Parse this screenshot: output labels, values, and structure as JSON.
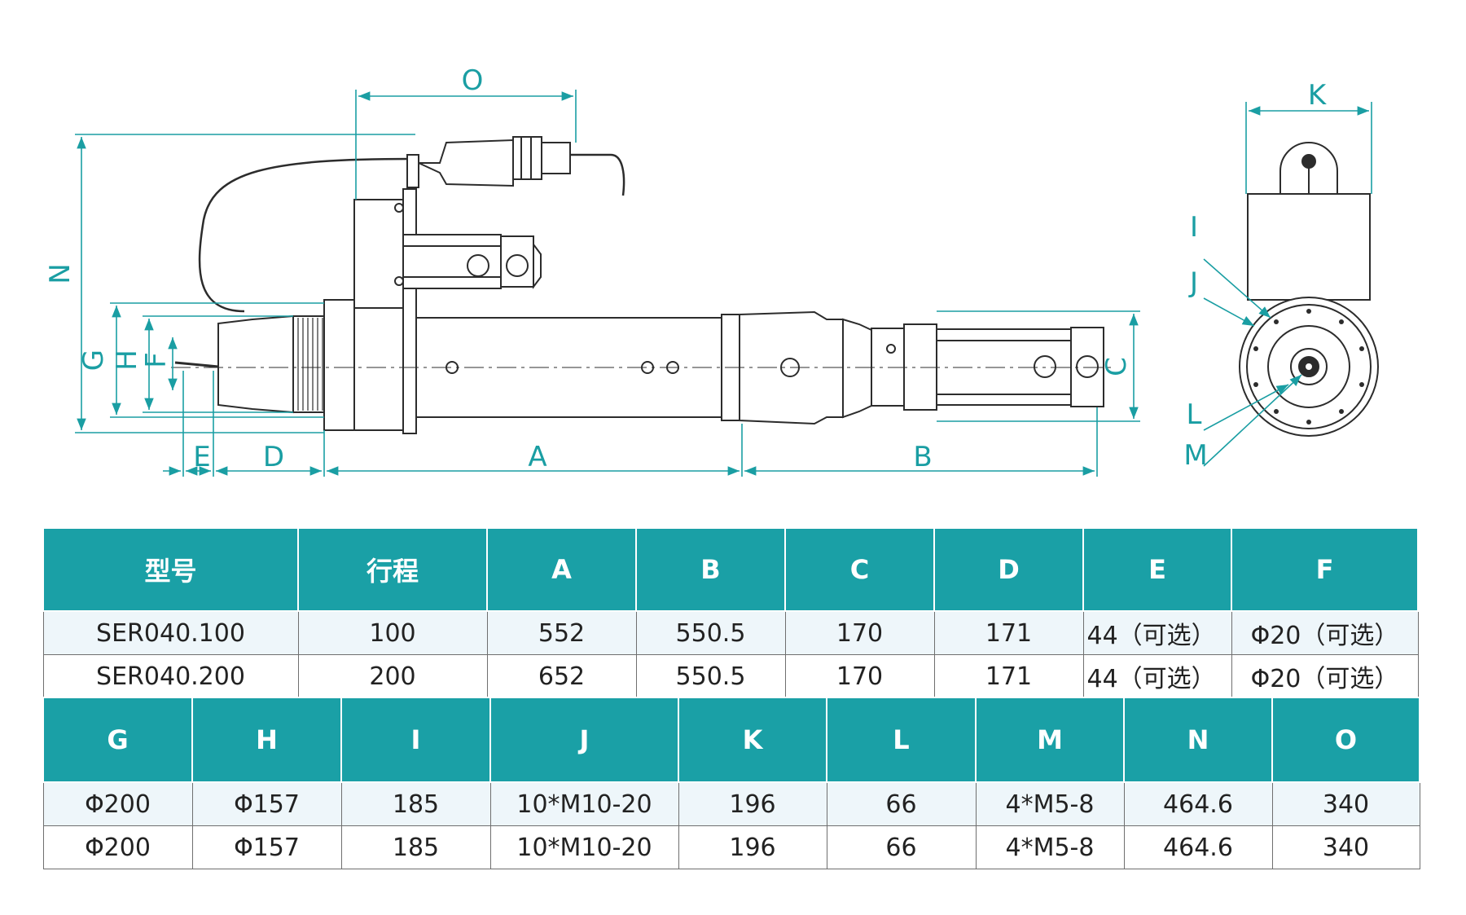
{
  "drawing": {
    "colors": {
      "line": "#2c2c2c",
      "dimension": "#1a9ea3",
      "fill": "#ffffff"
    },
    "side_view_labels": {
      "O": "O",
      "N": "N",
      "G": "G",
      "H": "H",
      "F": "F",
      "C": "C",
      "E": "E",
      "D": "D",
      "A": "A",
      "B": "B"
    },
    "end_view_labels": {
      "K": "K",
      "I": "I",
      "J": "J",
      "L": "L",
      "M": "M"
    }
  },
  "table1": {
    "headers": [
      "型号",
      "行程",
      "A",
      "B",
      "C",
      "D",
      "E",
      "F"
    ],
    "rows": [
      [
        "SER040.100",
        "100",
        "552",
        "550.5",
        "170",
        "171",
        "44（可选）",
        "Φ20（可选）"
      ],
      [
        "SER040.200",
        "200",
        "652",
        "550.5",
        "170",
        "171",
        "44（可选）",
        "Φ20（可选）"
      ]
    ]
  },
  "table2": {
    "headers": [
      "G",
      "H",
      "I",
      "J",
      "K",
      "L",
      "M",
      "N",
      "O"
    ],
    "rows": [
      [
        "Φ200",
        "Φ157",
        "185",
        "10*M10-20",
        "196",
        "66",
        "4*M5-8",
        "464.6",
        "340"
      ],
      [
        "Φ200",
        "Φ157",
        "185",
        "10*M10-20",
        "196",
        "66",
        "4*M5-8",
        "464.6",
        "340"
      ]
    ]
  }
}
